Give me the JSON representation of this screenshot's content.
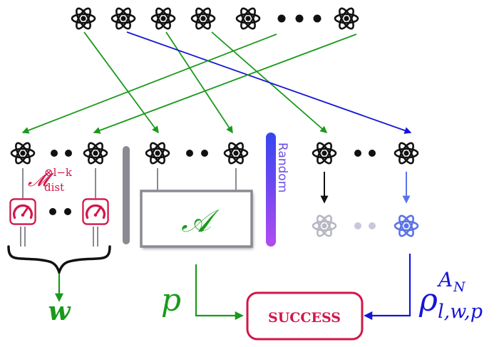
{
  "colors": {
    "green": "#1a9a1a",
    "blue": "#1515d6",
    "red": "#d1174a",
    "black": "#111111",
    "gray": "#8a8a92",
    "light_gray": "#b7b7bf"
  },
  "icons": {
    "atom": "atom-icon",
    "meter": "measurement-meter-icon"
  },
  "labels": {
    "measurement_main": "𝓜",
    "measurement_sup": "⊗l−k",
    "measurement_sub": "dist",
    "algorithm": "𝒜",
    "random": "Random",
    "w": "w",
    "p": "p",
    "success": "SUCCESS",
    "rho_main": "ρ",
    "rho_sup": "A",
    "rho_sup_sub": "N",
    "rho_sub": "l,w,p"
  },
  "dots": "• • •",
  "dots_short": "• •"
}
